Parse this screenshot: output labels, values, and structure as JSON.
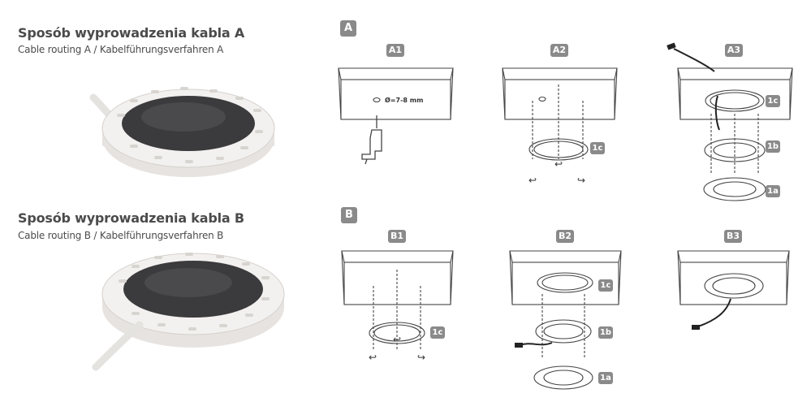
{
  "section_a": {
    "title": "Sposób wyprowadzenia kabla A",
    "subtitle": "Cable routing A / Kabelführungsverfahren A",
    "tag": "A",
    "steps": [
      "A1",
      "A2",
      "A3"
    ],
    "dimension": "Ø=7-8 mm"
  },
  "section_b": {
    "title": "Sposób wyprowadzenia kabla B",
    "subtitle": "Cable routing B / Kabelführungsverfahren B",
    "tag": "B",
    "steps": [
      "B1",
      "B2",
      "B3"
    ]
  },
  "parts": {
    "p1a": "1a",
    "p1b": "1b",
    "p1c": "1c"
  },
  "colors": {
    "tag_bg": "#8a8a8a",
    "line": "#444444",
    "puck_dark": "#3b3a3c",
    "ring_white": "#efecea"
  }
}
